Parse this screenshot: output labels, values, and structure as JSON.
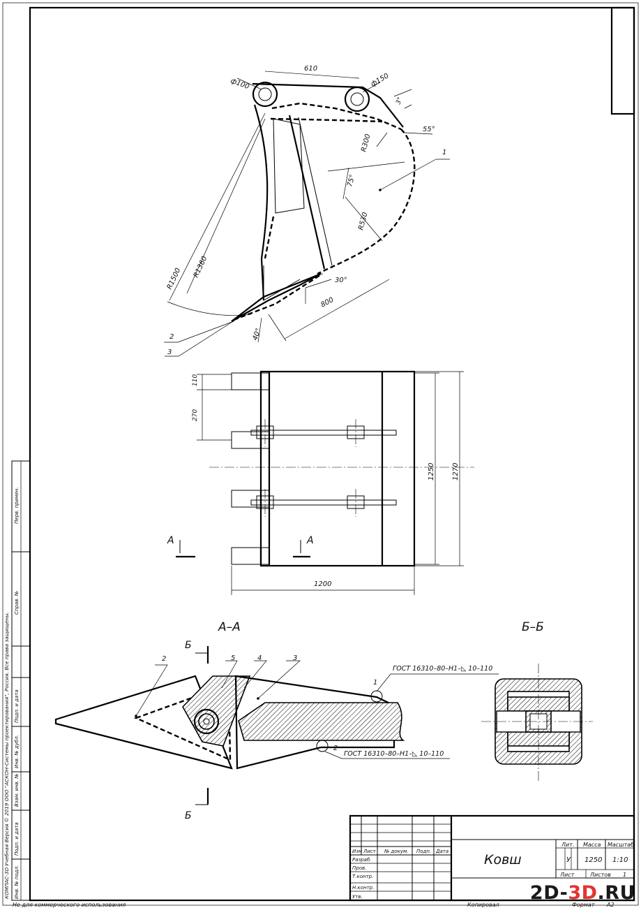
{
  "views": {
    "top": {
      "dims": [
        "610",
        "ф100",
        "ф150",
        "3°",
        "55°",
        "R300",
        "75°",
        "R530",
        "R1500",
        "R1360",
        "30°",
        "800",
        "40°"
      ],
      "callouts": [
        "1",
        "2",
        "3"
      ]
    },
    "plan": {
      "dims": [
        "110",
        "270",
        "1250",
        "1270",
        "1200"
      ],
      "section_marks": [
        "A",
        "A"
      ]
    },
    "section_aa": {
      "title": "А–А",
      "callouts": [
        "2",
        "5",
        "4",
        "3",
        "1",
        "2"
      ],
      "weld_notes": [
        "ГОСТ 16310–80–Н1–◺ 10–110",
        "ГОСТ 16310–80–Н1–◺ 10–110"
      ],
      "cut_marks": [
        "Б",
        "Б"
      ]
    },
    "section_bb": {
      "title": "Б–Б"
    }
  },
  "title_block": {
    "name": "Ковш",
    "col_headers": [
      "Изм",
      "Лист",
      "№ докум.",
      "Подп.",
      "Дата"
    ],
    "row_labels": [
      "Разраб.",
      "Пров.",
      "Т.контр.",
      "",
      "Н.контр.",
      "Утв."
    ],
    "lit_label": "Лит.",
    "mass_label": "Масса",
    "scale_label": "Масштаб",
    "lit_value": "У",
    "mass_value": "1250",
    "scale_value": "1:10",
    "sheet_label": "Лист",
    "sheets_label": "Листов",
    "sheets_value": "1"
  },
  "left_strip": {
    "labels": [
      "Перв. примен.",
      "Справ. №",
      "Подп. и дата",
      "Инв. № дубл.",
      "Взам. инв. №",
      "Подп. и дата",
      "Инв. № подл."
    ],
    "license": "КОМПАС-3D Учебная Версия © 2019 ООО \"АСКОН-Системы проектирования\", Россия. Все права защищены."
  },
  "footer": {
    "left": "Не для коммерческого использования",
    "copied": "Копировал",
    "format_label": "Формат",
    "format_value": "А2"
  },
  "watermark": {
    "a": "2D-",
    "b": "3D",
    "c": ".RU"
  }
}
